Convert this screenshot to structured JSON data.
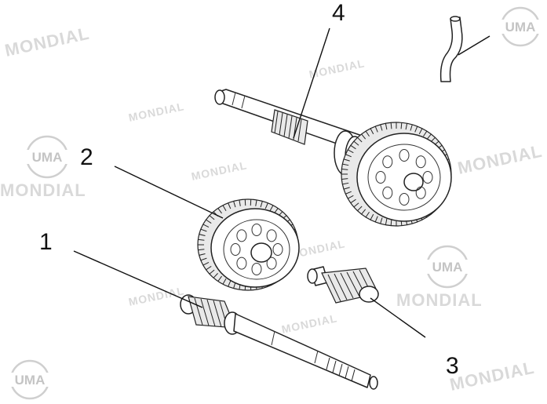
{
  "watermark": {
    "brand": "MONDIAL",
    "logo_text": "UMA"
  },
  "callouts": [
    {
      "id": "1",
      "label": "1"
    },
    {
      "id": "2",
      "label": "2"
    },
    {
      "id": "3",
      "label": "3"
    },
    {
      "id": "4",
      "label": "4"
    }
  ],
  "colors": {
    "line": "#111111",
    "watermark": "#d9d9d9",
    "background": "#ffffff"
  }
}
